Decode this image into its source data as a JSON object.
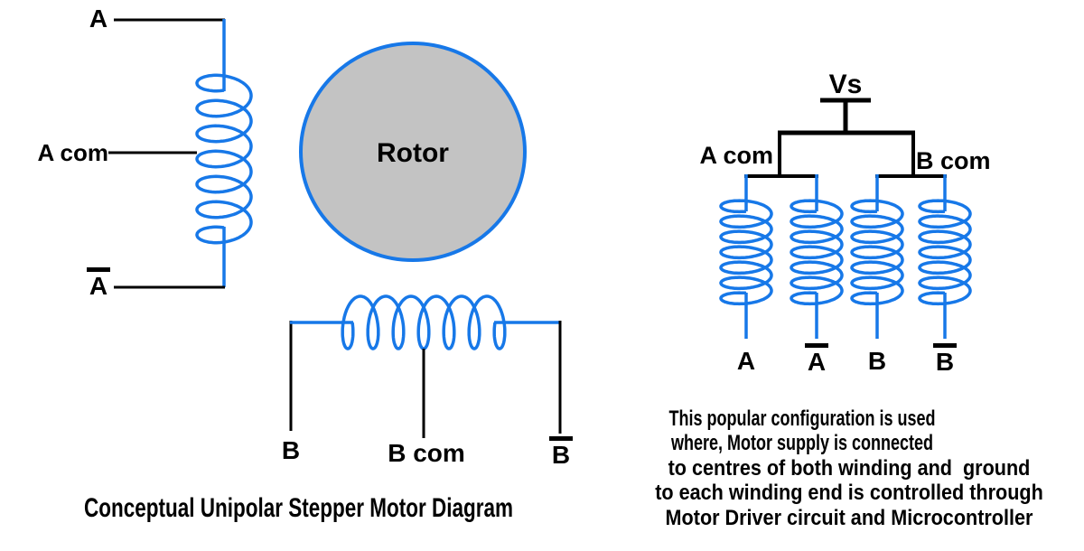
{
  "diagram_title": "Conceptual Unipolar Stepper Motor Diagram",
  "colors": {
    "wire_blue": "#1778E8",
    "wire_black": "#000000",
    "rotor_fill": "#C3C3C3",
    "background": "#FFFFFF"
  },
  "motor": {
    "rotor_label": "Rotor",
    "phase_a": {
      "top_terminal": "A",
      "common": "A com",
      "bottom_terminal": "A"
    },
    "phase_b": {
      "left_terminal": "B",
      "common": "B com",
      "right_terminal": "B"
    }
  },
  "drive_circuit": {
    "supply": "Vs",
    "a_common": "A com",
    "b_common": "B com",
    "terminals": [
      {
        "text": "A",
        "overline": false
      },
      {
        "text": "A",
        "overline": true
      },
      {
        "text": "B",
        "overline": false
      },
      {
        "text": "B",
        "overline": true
      }
    ],
    "description_lines": [
      "This popular configuration is used",
      "where, Motor supply is connected",
      "to centres of both winding and  ground",
      "to each winding end is controlled through",
      "Motor Driver circuit and Microcontroller"
    ]
  }
}
